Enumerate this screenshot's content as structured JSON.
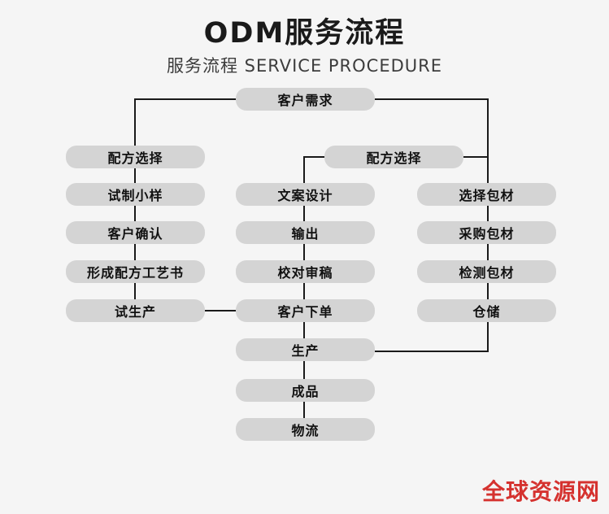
{
  "page": {
    "title": "ODM服务流程",
    "subtitle": "服务流程 SERVICE PROCEDURE",
    "watermark": "全球资源网"
  },
  "colors": {
    "background": "#f5f5f5",
    "node_fill": "#d4d4d4",
    "node_text": "#111111",
    "connector_line": "#1a1a1a",
    "title_text": "#1a1a1a",
    "watermark_red": "#d5322f"
  },
  "flowchart": {
    "root": "客户需求",
    "left_branch": [
      "配方选择",
      "试制小样",
      "客户确认",
      "形成配方工艺书",
      "试生产"
    ],
    "middle_header": "配方选择",
    "middle_branch": [
      "文案设计",
      "输出",
      "校对审稿",
      "客户下单",
      "生产",
      "成品",
      "物流"
    ],
    "right_branch": [
      "选择包材",
      "采购包材",
      "检测包材",
      "仓储"
    ]
  }
}
